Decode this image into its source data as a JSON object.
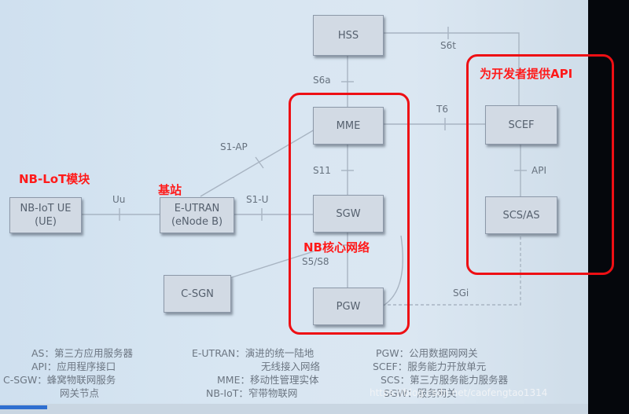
{
  "nodes": {
    "hss": "HSS",
    "mme": "MME",
    "sgw": "SGW",
    "pgw": "PGW",
    "scef": "SCEF",
    "scs_as": "SCS/AS",
    "csgn": "C-SGN",
    "ue_line1": "NB-IoT UE",
    "ue_line2": "(UE)",
    "eutran_line1": "E-UTRAN",
    "eutran_line2": "(eNode B)"
  },
  "interfaces": {
    "s6t": "S6t",
    "s6a": "S6a",
    "t6": "T6",
    "s1_ap": "S1-AP",
    "s11": "S11",
    "api": "API",
    "uu": "Uu",
    "s1_u": "S1-U",
    "s5_s8": "S5/S8",
    "sgi": "SGi"
  },
  "annotations": {
    "api_provider": "为开发者提供API",
    "nb_iot_module": "NB-LoT模块",
    "base_station": "基站",
    "nb_core": "NB核心网络"
  },
  "legend": {
    "col1": [
      "AS：第三方应用服务器",
      "API：应用程序接口",
      "C-SGW：蜂窝物联网服务",
      "网关节点"
    ],
    "col2": [
      "E-UTRAN：演进的统一陆地",
      "无线接入网络",
      "MME：移动性管理实体",
      "NB-IoT：窄带物联网"
    ],
    "col3": [
      "PGW：公用数据网网关",
      "SCEF：服务能力开放单元",
      "SCS：第三方服务能力服务器",
      "SGW：服务网关"
    ]
  },
  "watermark": "https://blog.csdn.net/caofengtao1314",
  "colors": {
    "annotation": "#ee0f14",
    "box_fill": "#d2dae4",
    "line": "#a8b4c2"
  }
}
